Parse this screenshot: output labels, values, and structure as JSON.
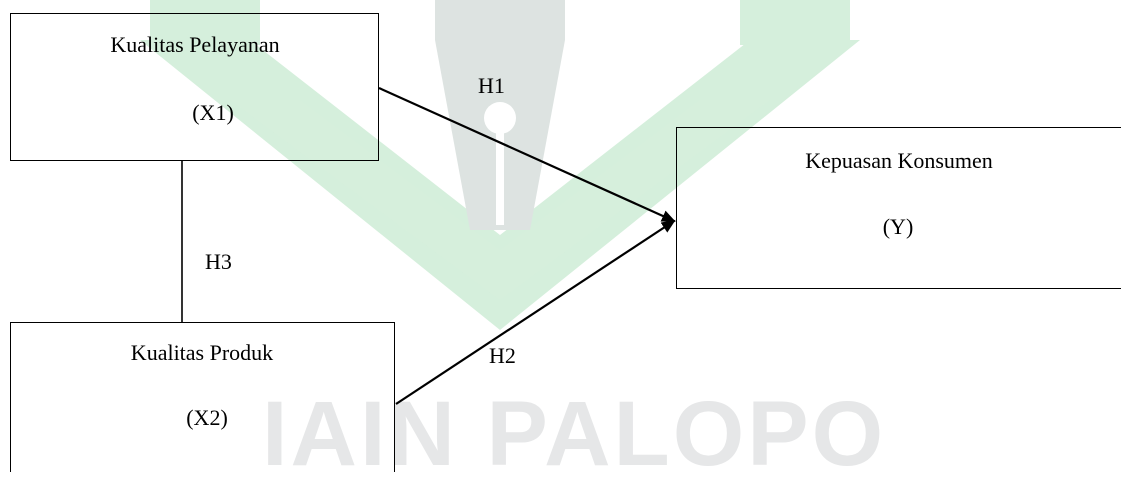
{
  "diagram": {
    "nodes": {
      "x1": {
        "name": "Kualitas Pelayanan",
        "code": "(X1)"
      },
      "x2": {
        "name": "Kualitas Produk",
        "code": "(X2)"
      },
      "y": {
        "name": "Kepuasan Konsumen",
        "code": "(Y)"
      }
    },
    "hypotheses": {
      "h1": "H1",
      "h2": "H2",
      "h3": "H3"
    },
    "edges": [
      {
        "from": "x1",
        "to": "y",
        "label": "H1",
        "directed": true
      },
      {
        "from": "x2",
        "to": "y",
        "label": "H2",
        "directed": true
      },
      {
        "from": "x1",
        "to": "x2",
        "label": "H3",
        "directed": false
      }
    ]
  },
  "watermark": {
    "text": "IAIN PALOPO",
    "color": "#e6e7e8",
    "shape_color": "#d5efdc",
    "pen_color": "#dde3e1"
  }
}
